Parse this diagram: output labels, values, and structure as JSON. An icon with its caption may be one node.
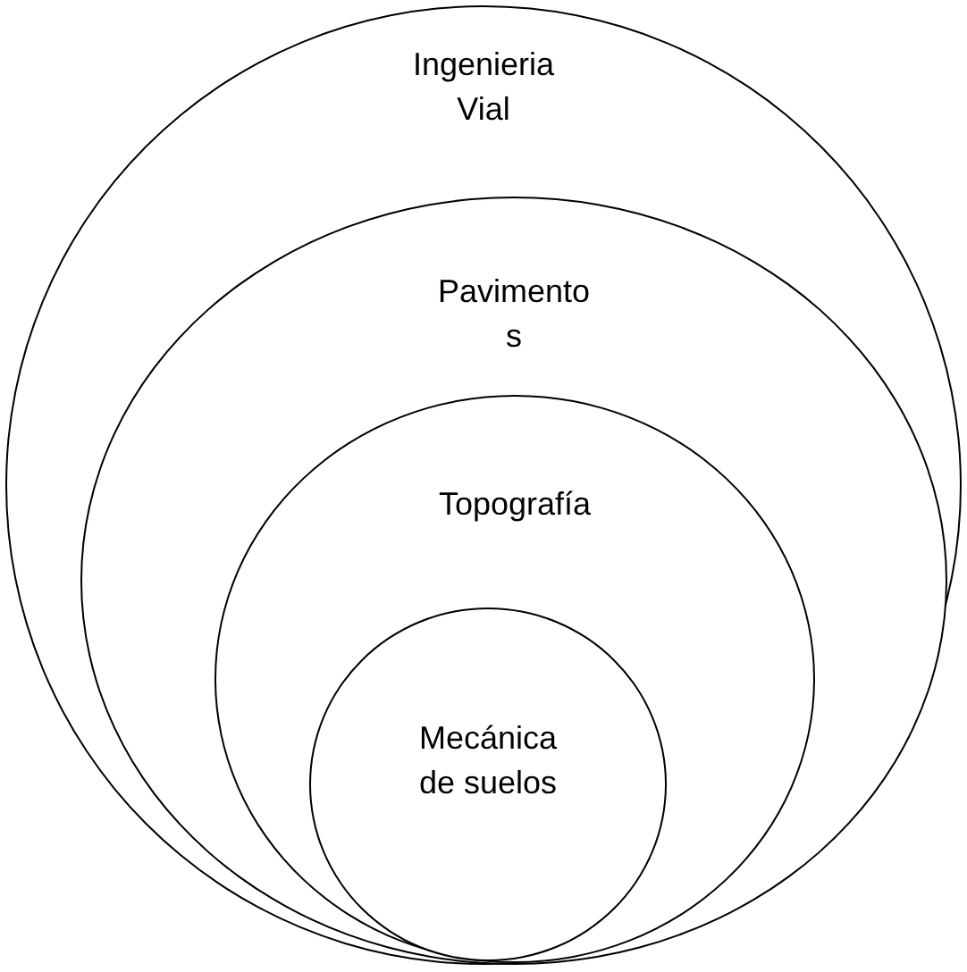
{
  "diagram": {
    "nodes": [
      {
        "text": [
          "Ingenieria Vial"
        ]
      },
      {
        "text": [
          "Pavimento s"
        ],
        "in": 0
      },
      {
        "text": [
          "Topografía"
        ],
        "in": 1
      },
      {
        "text": [
          "Mecánica de suelos"
        ],
        "in": 2
      }
    ]
  }
}
